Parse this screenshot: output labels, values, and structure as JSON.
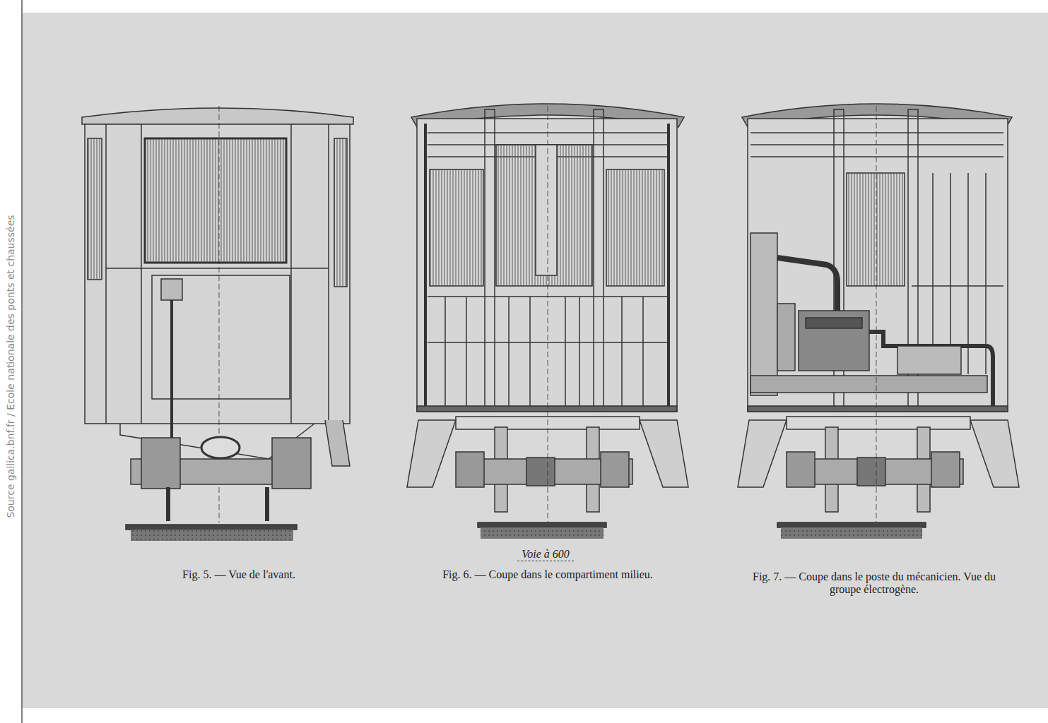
{
  "diagram": {
    "labels": [
      "Fig. 5. — Vue de l'avant.",
      "Voie à 600",
      "Fig. 6. — Coupe dans le compartiment milieu.",
      "Fig. 7. — Coupe dans le poste du mécanicien. Vue du groupe électrogène.",
      "Source gallica.bnf.fr / Ecole nationale des ponts et chaussées"
    ]
  }
}
